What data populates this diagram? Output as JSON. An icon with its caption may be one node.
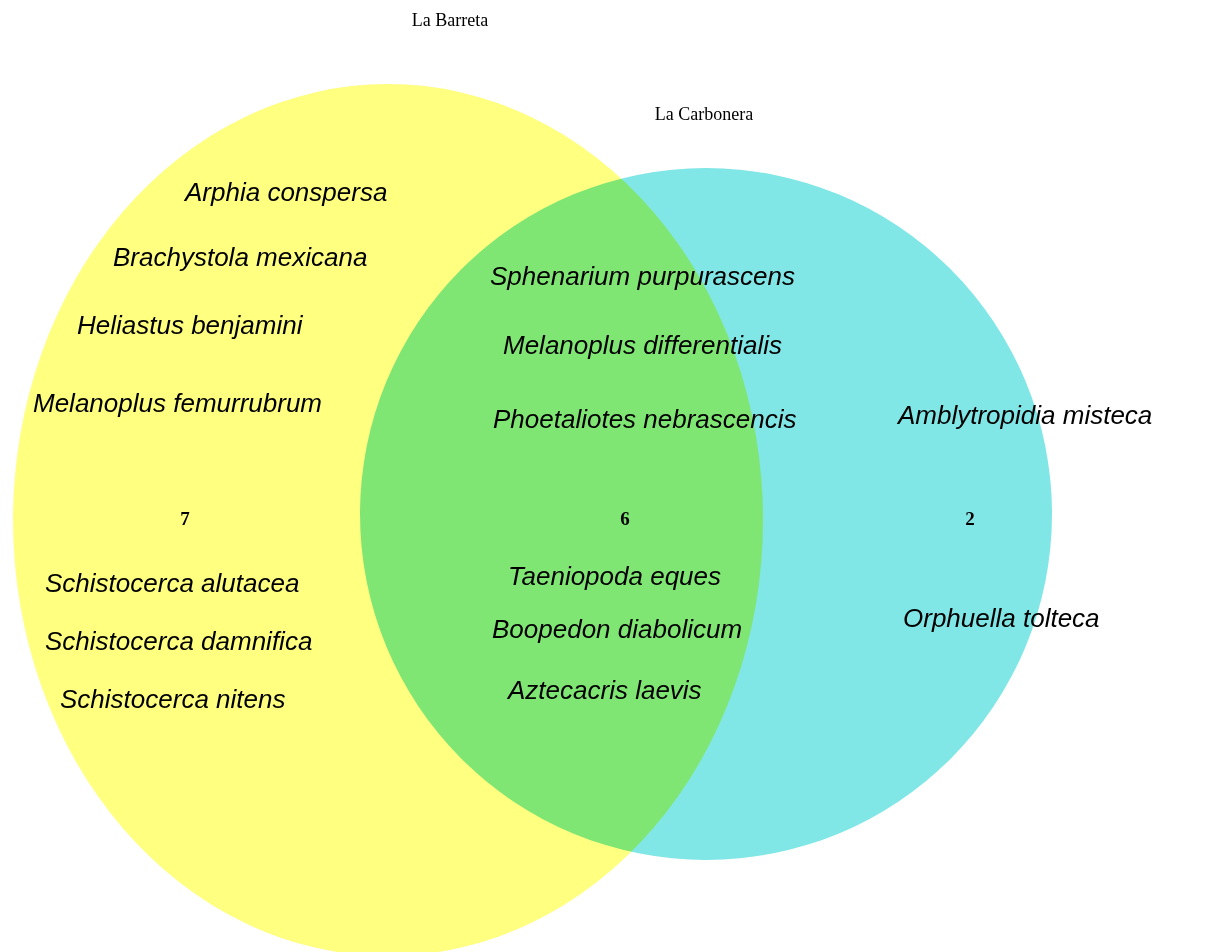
{
  "diagram": {
    "nodes": [
      {
        "text": [
          "La Barreta"
        ]
      },
      {
        "text": [
          "La Carbonera"
        ]
      }
    ],
    "labels": [
      "Arphia conspersa",
      "Brachystola mexicana",
      "Sphenarium purpurascens",
      "Heliastus benjamini",
      "Melanoplus differentialis",
      "Melanoplus femurrubrum",
      "Phoetaliotes nebrascencis",
      "Amblytropidia misteca",
      "7",
      "6",
      "2",
      "Schistocerca alutacea",
      "Taeniopoda eques",
      "Schistocerca damnifica",
      "Boopedon diabolicum",
      "Orphuella tolteca",
      "Schistocerca nitens",
      "Aztecacris laevis"
    ]
  }
}
